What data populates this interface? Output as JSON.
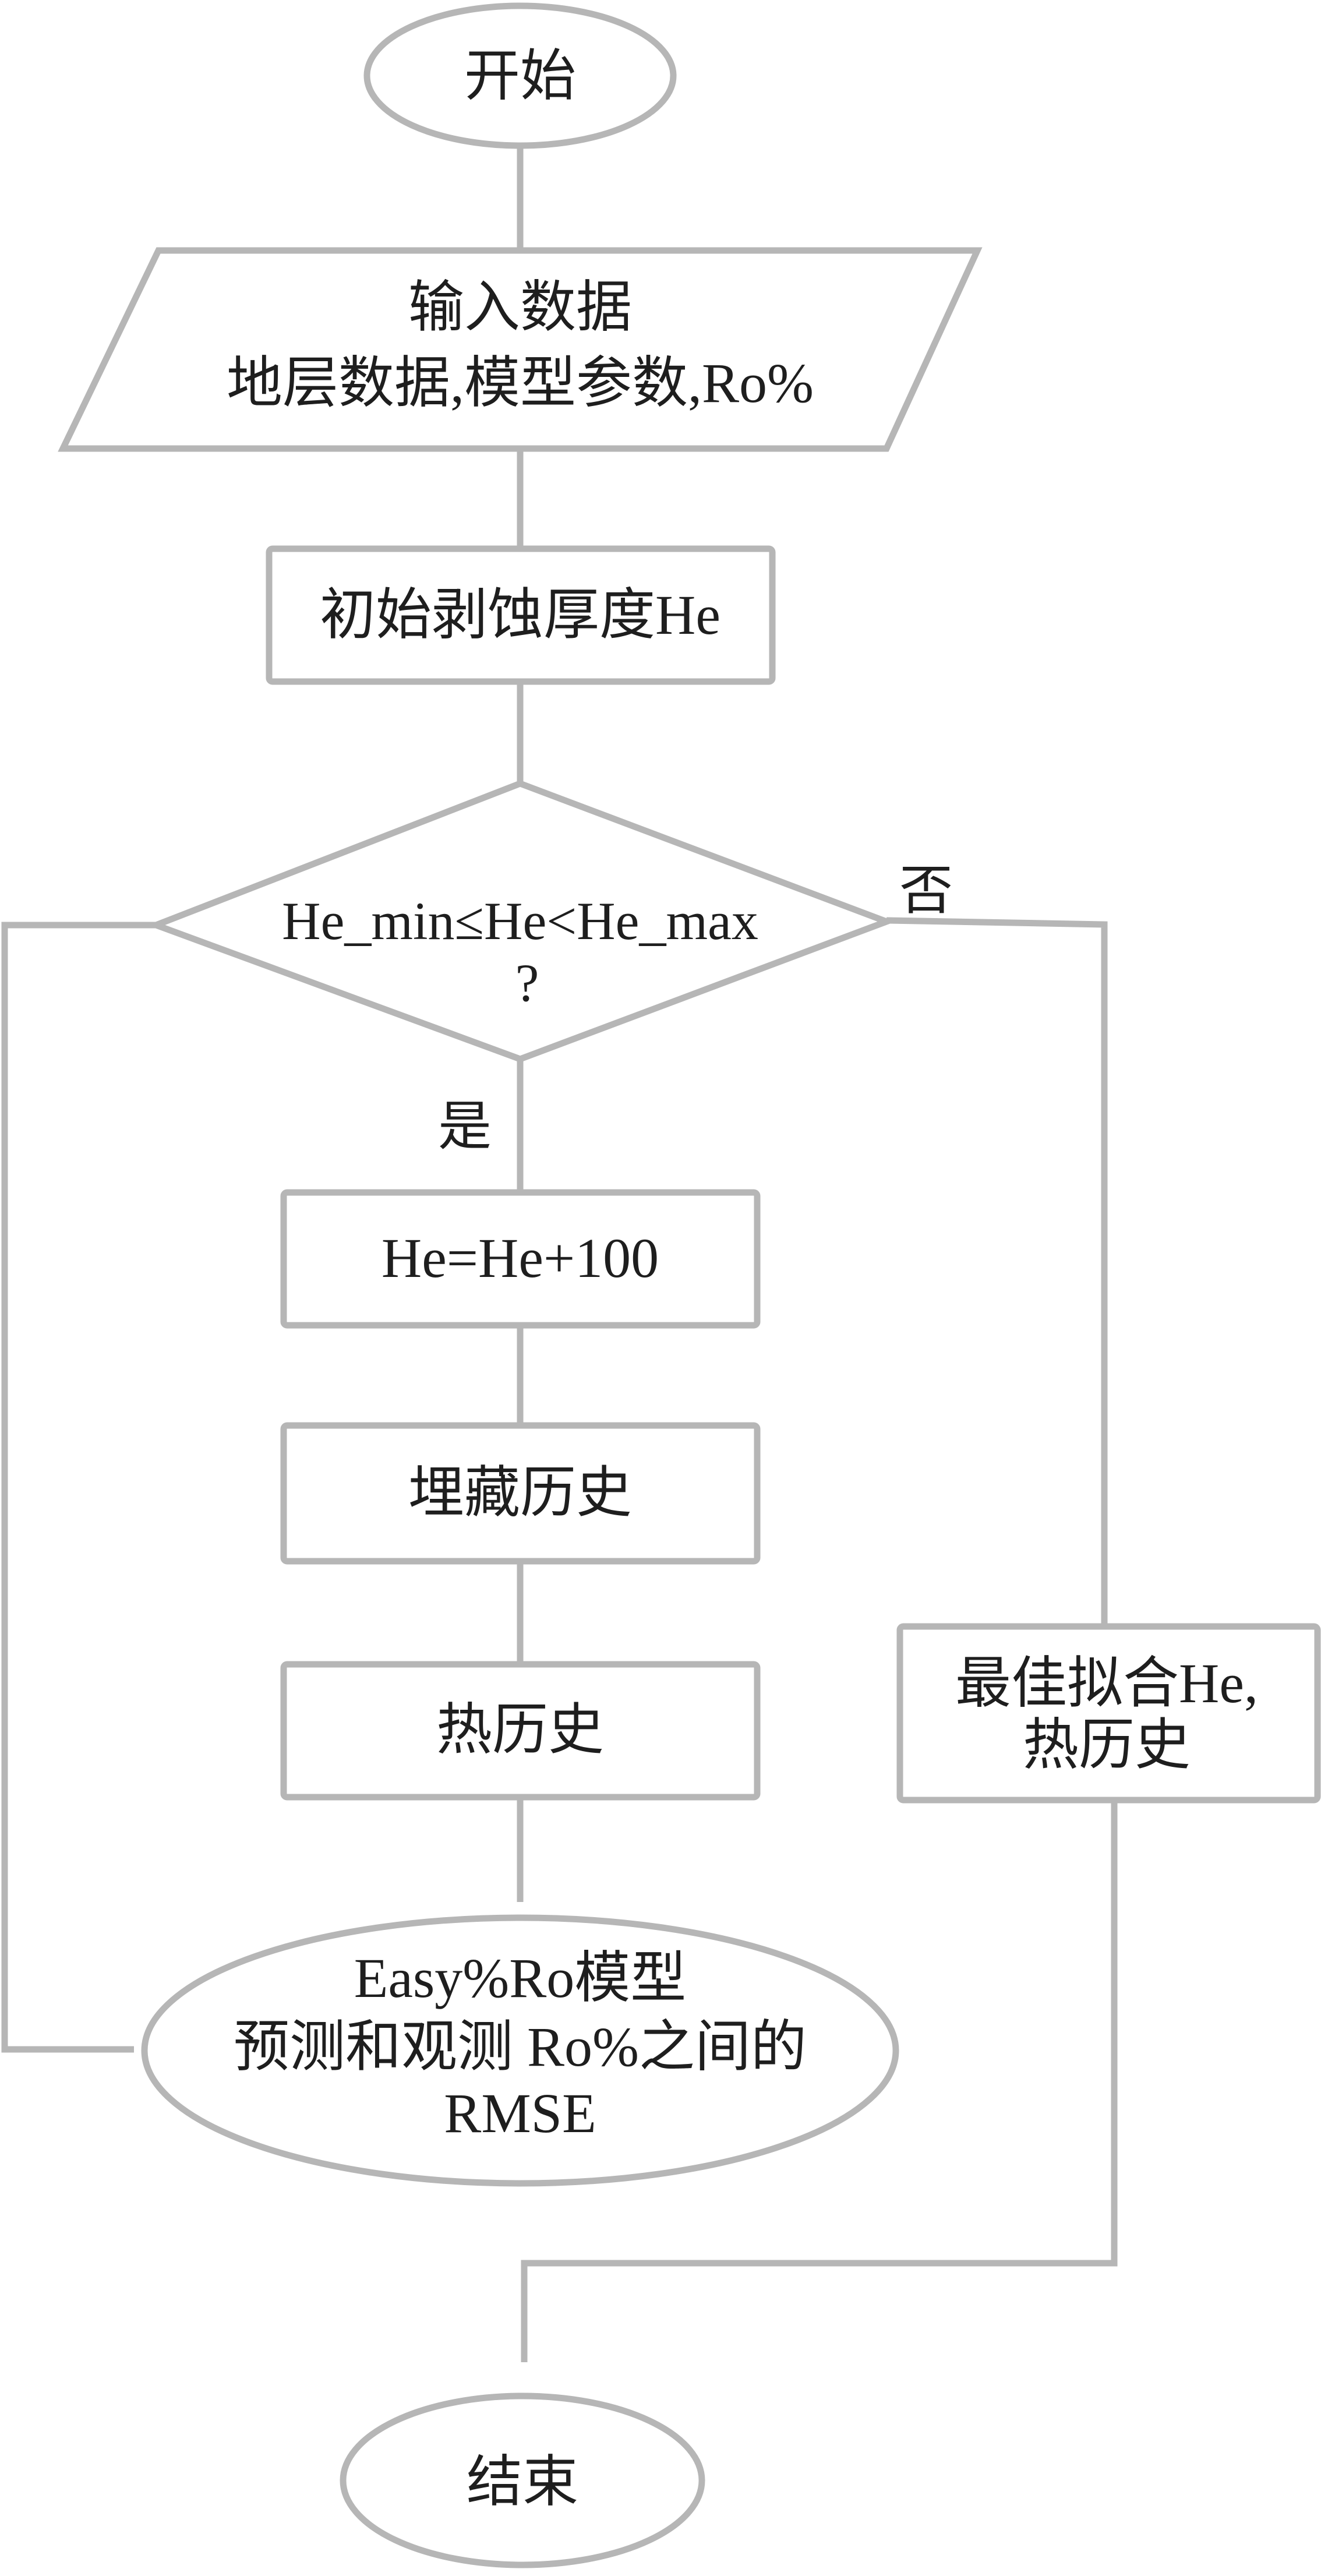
{
  "diagram": {
    "type": "flowchart",
    "language": "zh-CN",
    "colors": {
      "stroke": "#b6b6b6",
      "text": "#1e1e1e",
      "background": "#ffffff"
    },
    "nodes": {
      "start": {
        "shape": "ellipse",
        "lines": [
          "开始"
        ]
      },
      "input": {
        "shape": "parallelogram",
        "lines": [
          "输入数据",
          "地层数据,模型参数,Ro%"
        ]
      },
      "init_he": {
        "shape": "rectangle",
        "lines": [
          "初始剥蚀厚度He"
        ]
      },
      "decision": {
        "shape": "diamond",
        "lines": [
          "He_min≤He<He_max",
          "?"
        ]
      },
      "increment": {
        "shape": "rectangle",
        "lines": [
          "He=He+100"
        ]
      },
      "burial": {
        "shape": "rectangle",
        "lines": [
          "埋藏历史"
        ]
      },
      "thermal": {
        "shape": "rectangle",
        "lines": [
          "热历史"
        ]
      },
      "rmse": {
        "shape": "ellipse",
        "lines": [
          "Easy%Ro模型",
          "预测和观测 Ro%之间的",
          "RMSE"
        ]
      },
      "best_fit": {
        "shape": "rectangle",
        "lines": [
          "最佳拟合He,",
          "热历史"
        ]
      },
      "end": {
        "shape": "ellipse",
        "lines": [
          "结束"
        ]
      }
    },
    "edge_labels": {
      "yes": "是",
      "no": "否"
    },
    "edges": [
      {
        "from": "start",
        "to": "input"
      },
      {
        "from": "input",
        "to": "init_he"
      },
      {
        "from": "init_he",
        "to": "decision"
      },
      {
        "from": "decision",
        "to": "increment",
        "label": "是"
      },
      {
        "from": "increment",
        "to": "burial"
      },
      {
        "from": "burial",
        "to": "thermal"
      },
      {
        "from": "thermal",
        "to": "rmse"
      },
      {
        "from": "rmse",
        "to": "decision",
        "note": "loop back via left side"
      },
      {
        "from": "decision",
        "to": "best_fit",
        "label": "否"
      },
      {
        "from": "best_fit",
        "to": "end"
      }
    ]
  }
}
